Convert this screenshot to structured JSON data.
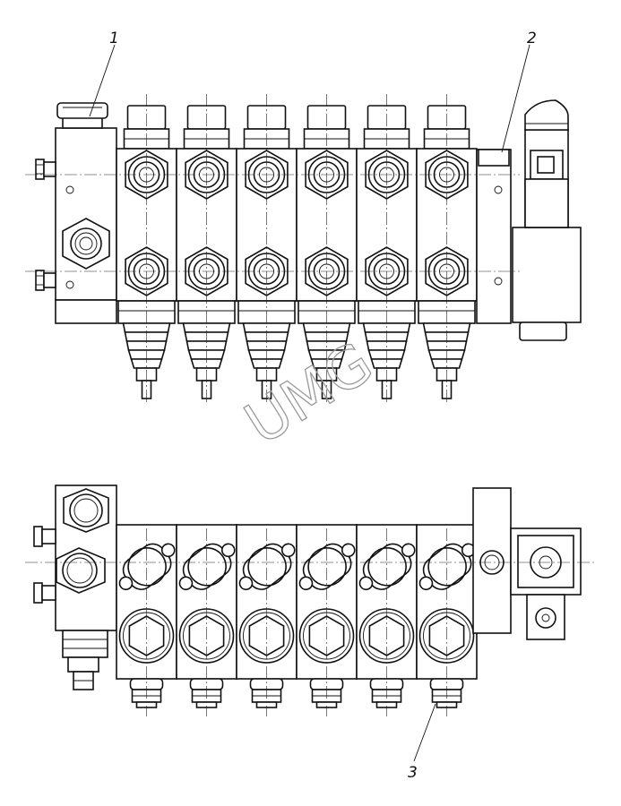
{
  "callouts": [
    {
      "label": "1"
    },
    {
      "label": "2"
    },
    {
      "label": "3"
    }
  ],
  "watermark": "UMG",
  "sections_count": 6,
  "colors": {
    "line": "#111111",
    "background": "#ffffff",
    "watermark": "#999999"
  }
}
